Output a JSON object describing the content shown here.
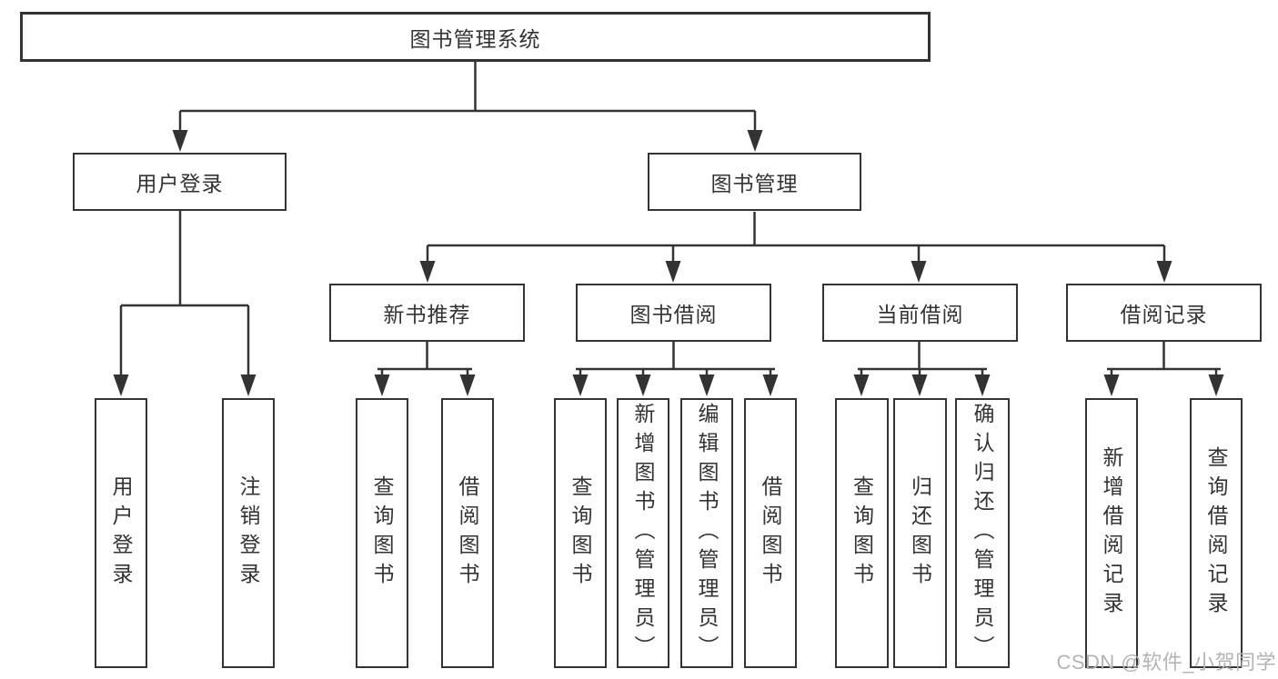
{
  "diagram": {
    "root": {
      "label": "图书管理系统",
      "children": [
        {
          "label": "用户登录",
          "children": [
            {
              "label": "用户登录"
            },
            {
              "label": "注销登录"
            }
          ]
        },
        {
          "label": "图书管理",
          "children": [
            {
              "label": "新书推荐",
              "children": [
                {
                  "label": "查询图书"
                },
                {
                  "label": "借阅图书"
                }
              ]
            },
            {
              "label": "图书借阅",
              "children": [
                {
                  "label": "查询图书"
                },
                {
                  "label": "新增图书（管理员）"
                },
                {
                  "label": "编辑图书（管理员）"
                },
                {
                  "label": "借阅图书"
                }
              ]
            },
            {
              "label": "当前借阅",
              "children": [
                {
                  "label": "查询图书"
                },
                {
                  "label": "归还图书"
                },
                {
                  "label": "确认归还（管理员）"
                }
              ]
            },
            {
              "label": "借阅记录",
              "children": [
                {
                  "label": "新增借阅记录"
                },
                {
                  "label": "查询借阅记录"
                }
              ]
            }
          ]
        }
      ]
    }
  },
  "watermark": {
    "text": "CSDN @软件_小贺同学"
  },
  "colors": {
    "line": "#333333",
    "text": "#333333",
    "background": "#ffffff",
    "watermark": "#b3b3b3"
  }
}
